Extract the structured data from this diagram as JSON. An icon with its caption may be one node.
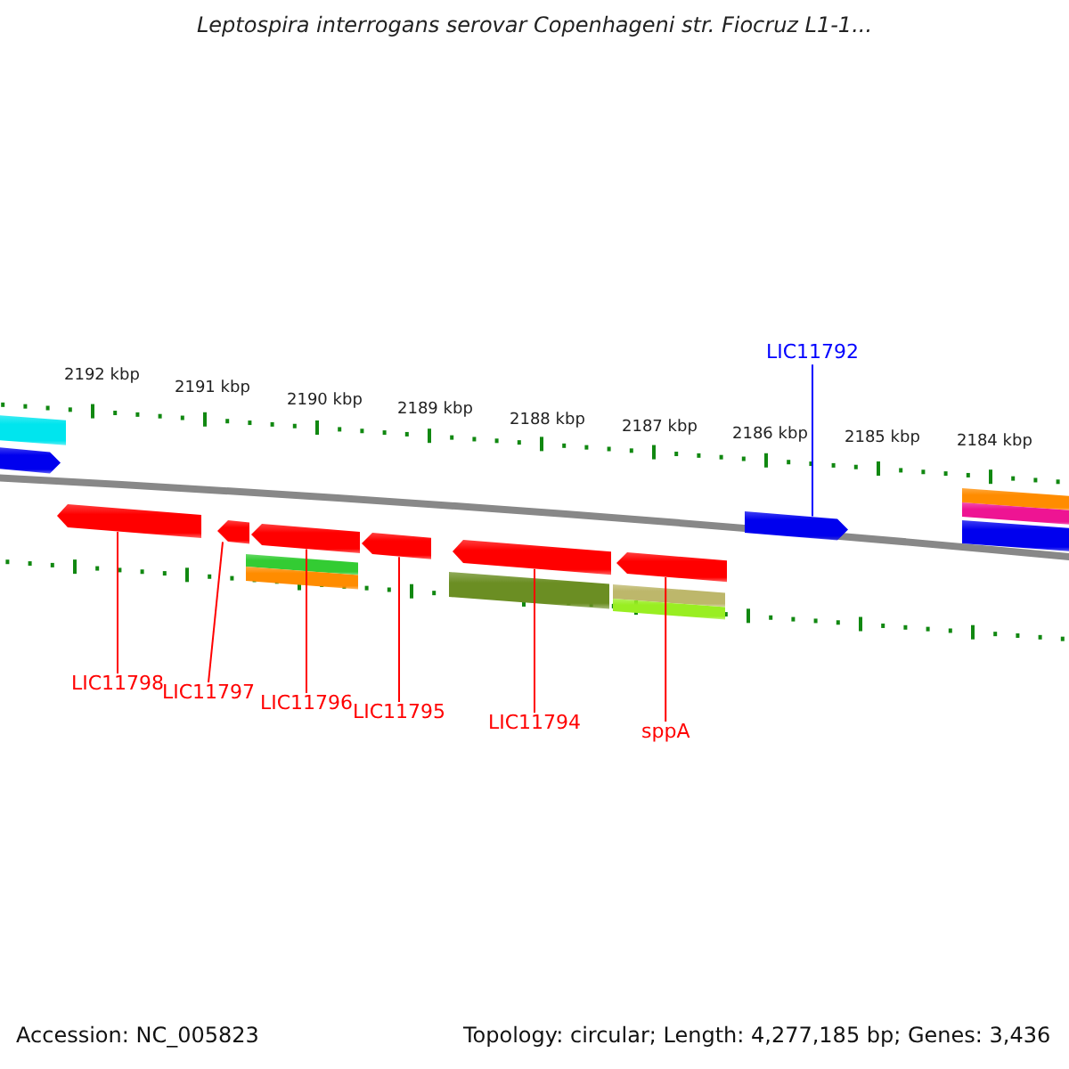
{
  "diagram": {
    "title": "Leptospira interrogans serovar Copenhageni str. Fiocruz L1-1...",
    "nodes": [
      {
        "text": [
          "LIC11792"
        ]
      },
      {
        "text": [],
        "shape": "arrow"
      },
      {
        "text": [
          "LIC11798"
        ]
      },
      {
        "text": [],
        "shape": "arrow"
      },
      {
        "text": [
          "LIC11797"
        ]
      },
      {
        "text": [],
        "shape": "arrow"
      },
      {
        "text": [
          "LIC11796"
        ]
      },
      {
        "text": [],
        "shape": "arrow"
      },
      {
        "text": [
          "LIC11795"
        ]
      },
      {
        "text": [],
        "shape": "arrow"
      },
      {
        "text": [
          "LIC11794"
        ]
      },
      {
        "text": [],
        "shape": "arrow"
      },
      {
        "text": [
          "sppA"
        ]
      },
      {
        "text": [],
        "shape": "arrow"
      },
      {
        "text": [],
        "shape": "bar"
      },
      {
        "text": [],
        "shape": "arrow"
      },
      {
        "text": [],
        "shape": "bar"
      },
      {
        "text": [],
        "shape": "bar"
      },
      {
        "text": [],
        "shape": "bar"
      },
      {
        "text": [],
        "shape": "bar"
      },
      {
        "text": [],
        "shape": "bar"
      },
      {
        "text": [],
        "shape": "bar"
      },
      {
        "text": [],
        "shape": "bar"
      },
      {
        "text": [],
        "shape": "bar"
      }
    ],
    "edges": [
      {
        "from": 0,
        "to": 1,
        "arrow": "none",
        "color": "#0000ff"
      },
      {
        "from": 2,
        "to": 3,
        "arrow": "none"
      },
      {
        "from": 4,
        "to": 5,
        "arrow": "none"
      },
      {
        "from": 6,
        "to": 7,
        "arrow": "none"
      },
      {
        "from": 8,
        "to": 9,
        "arrow": "none"
      },
      {
        "from": 10,
        "to": 11,
        "arrow": "none"
      },
      {
        "from": 12,
        "to": 13,
        "arrow": "none"
      }
    ],
    "labels": [
      "2192 kbp",
      "2191 kbp",
      "2190 kbp",
      "2189 kbp",
      "2188 kbp",
      "2187 kbp",
      "2186 kbp",
      "2185 kbp",
      "2184 kbp",
      "Accession: NC_005823",
      "Topology: circular; Length: 4,277,185 bp; Genes: 3,436"
    ]
  }
}
